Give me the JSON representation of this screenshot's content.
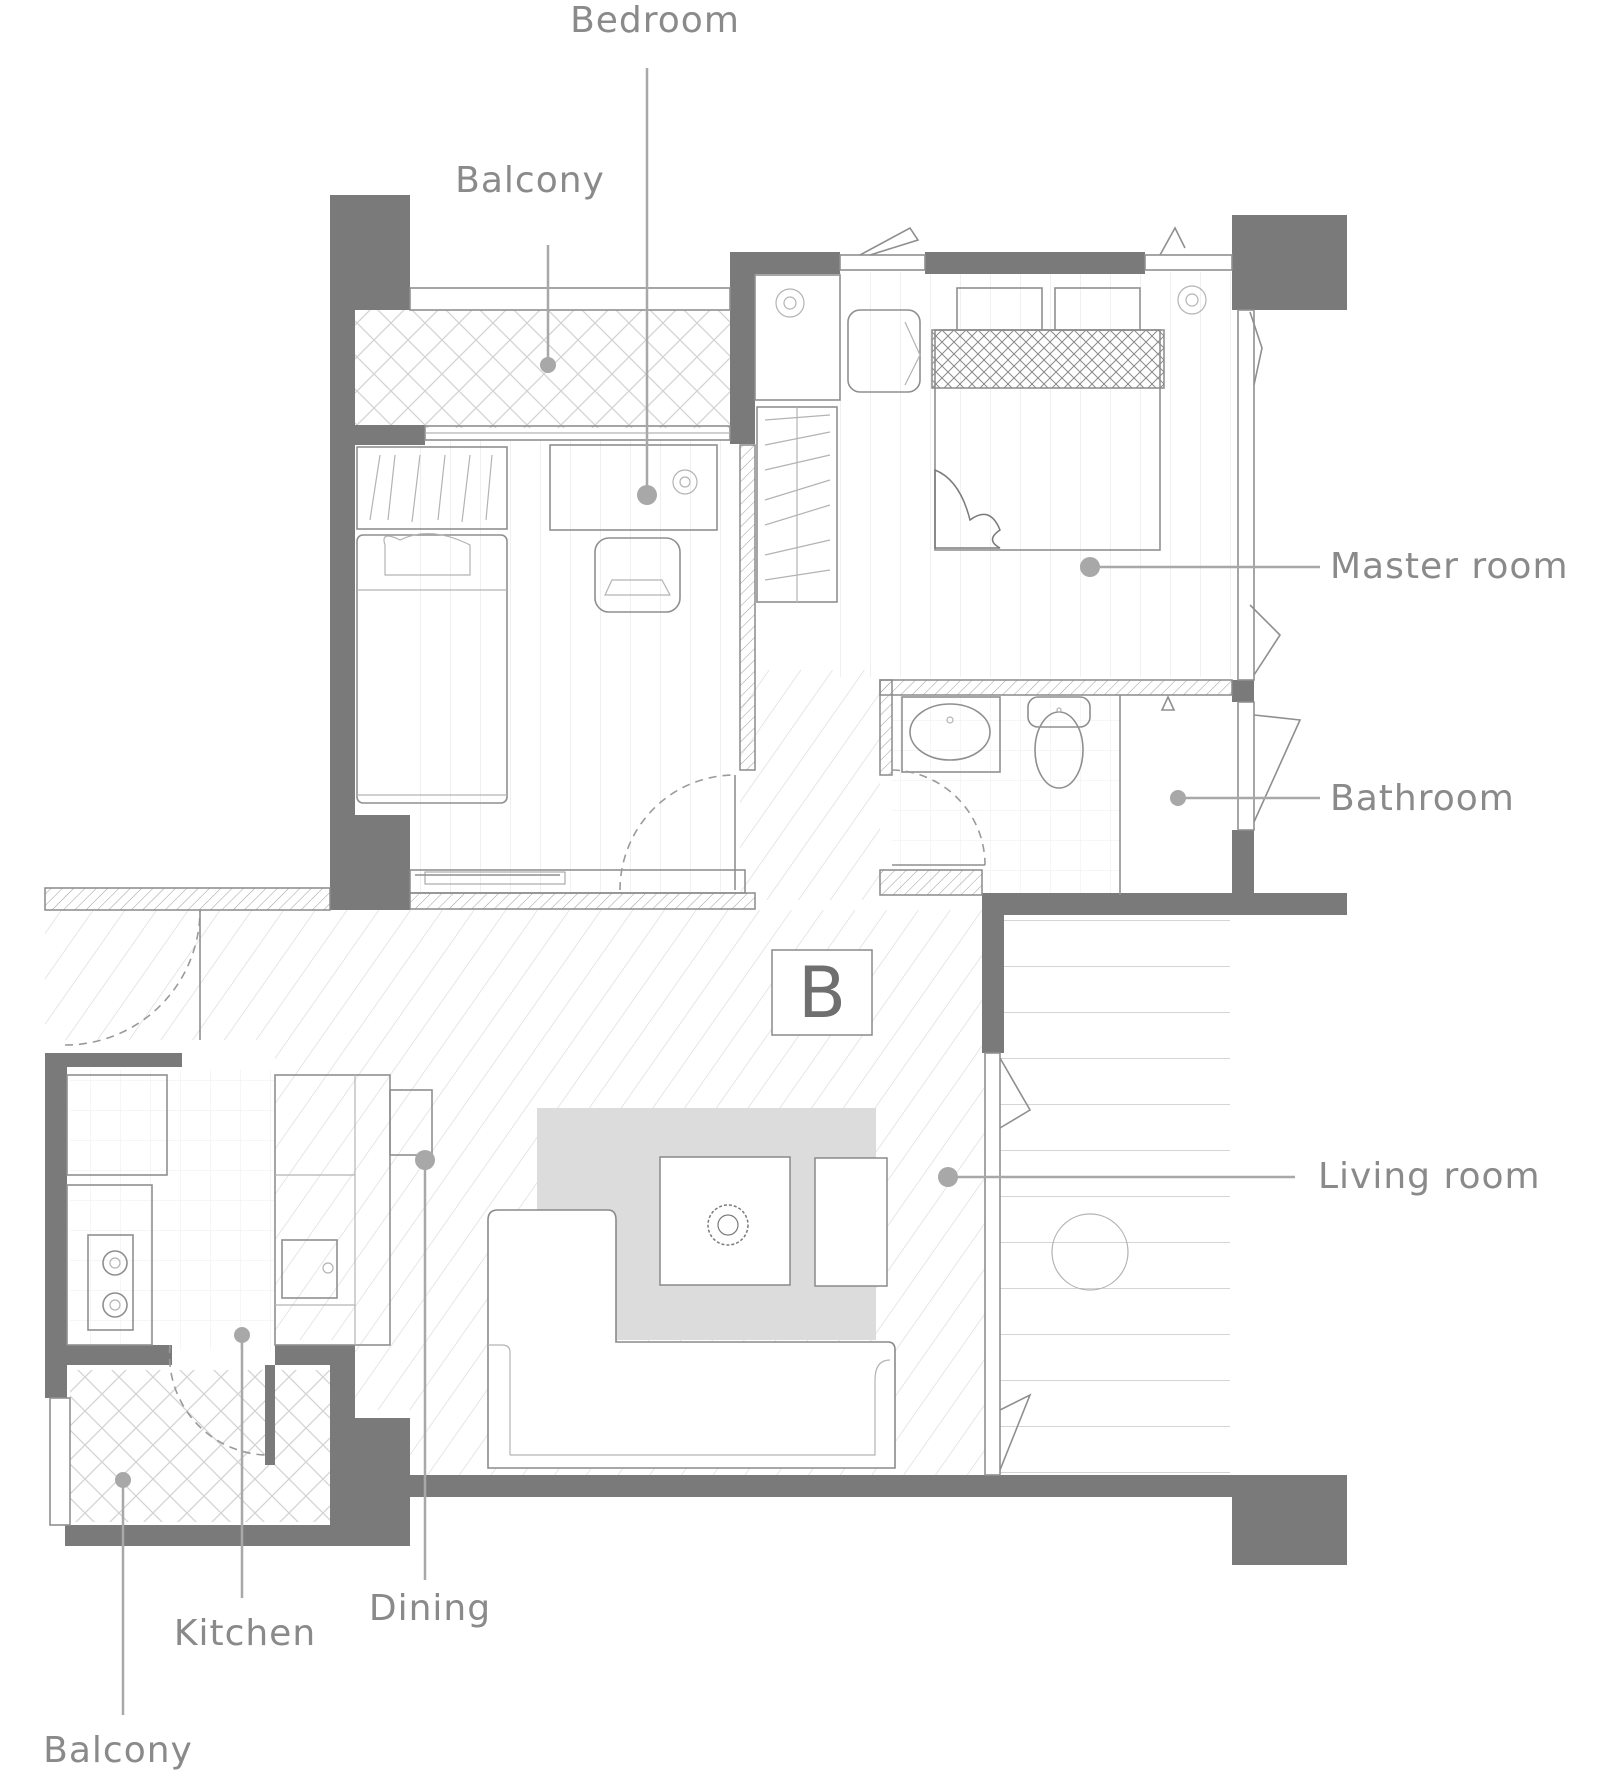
{
  "plan": {
    "unit_letter": "B",
    "rooms": {
      "bedroom": "Bedroom",
      "balcony_top": "Balcony",
      "master_room": "Master room",
      "bathroom": "Bathroom",
      "living_room": "Living room",
      "dining": "Dining",
      "kitchen": "Kitchen",
      "balcony_bottom": "Balcony"
    }
  }
}
